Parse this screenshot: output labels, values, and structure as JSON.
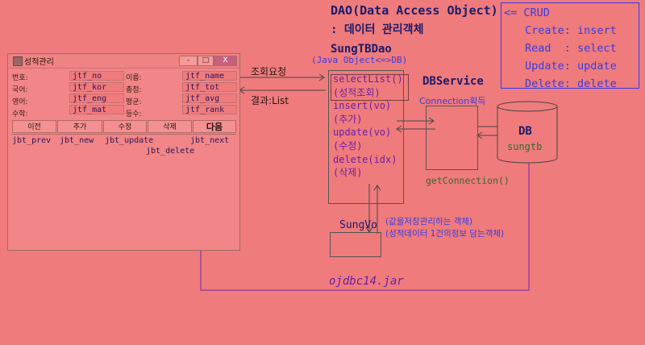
{
  "dao": {
    "title_line1": "DAO(Data Access Object)",
    "title_line2": ": 데이터 관리객체",
    "class_name": "SungTBDao",
    "class_note": "(Java Object<=>DB)",
    "methods": [
      "selectList()",
      "(성적조회)",
      "insert(vo)",
      "(추가)",
      "update(vo)",
      "(수정)",
      "delete(idx)",
      "(삭제)"
    ]
  },
  "crud": {
    "header": "<= CRUD",
    "lines": [
      "Create: insert",
      "Read  : select",
      "Update: update",
      "Delete: delete"
    ]
  },
  "dbservice": {
    "title": "DBService",
    "note": "Connection획득",
    "method": "getConnection()"
  },
  "db": {
    "label": "DB",
    "table": "sungtb"
  },
  "request": {
    "label": "조회요청",
    "result": "결과:List"
  },
  "vo": {
    "name": "SungVo",
    "note1": "(값을저장관리하는 객체)",
    "note2": "(성적데이터 1건의정보 담는객체)"
  },
  "jar": "ojdbc14.jar",
  "window": {
    "title": "성적관리",
    "controls": [
      "-",
      "□",
      "X"
    ],
    "labels": [
      "번호:",
      "국어:",
      "영어:",
      "수학:",
      "이름:",
      "총점:",
      "평균:",
      "등수:"
    ],
    "fields": [
      "jtf_no",
      "jtf_kor",
      "jtf_eng",
      "jtf_mat",
      "jtf_name",
      "jtf_tot",
      "jtf_avg",
      "jtf_rank"
    ],
    "buttons": [
      "이전",
      "추가",
      "수정",
      "삭제",
      "다음"
    ],
    "button_vars": [
      "jbt_prev",
      "jbt_new",
      "jbt_update",
      "jbt_next",
      "jbt_delete"
    ]
  }
}
